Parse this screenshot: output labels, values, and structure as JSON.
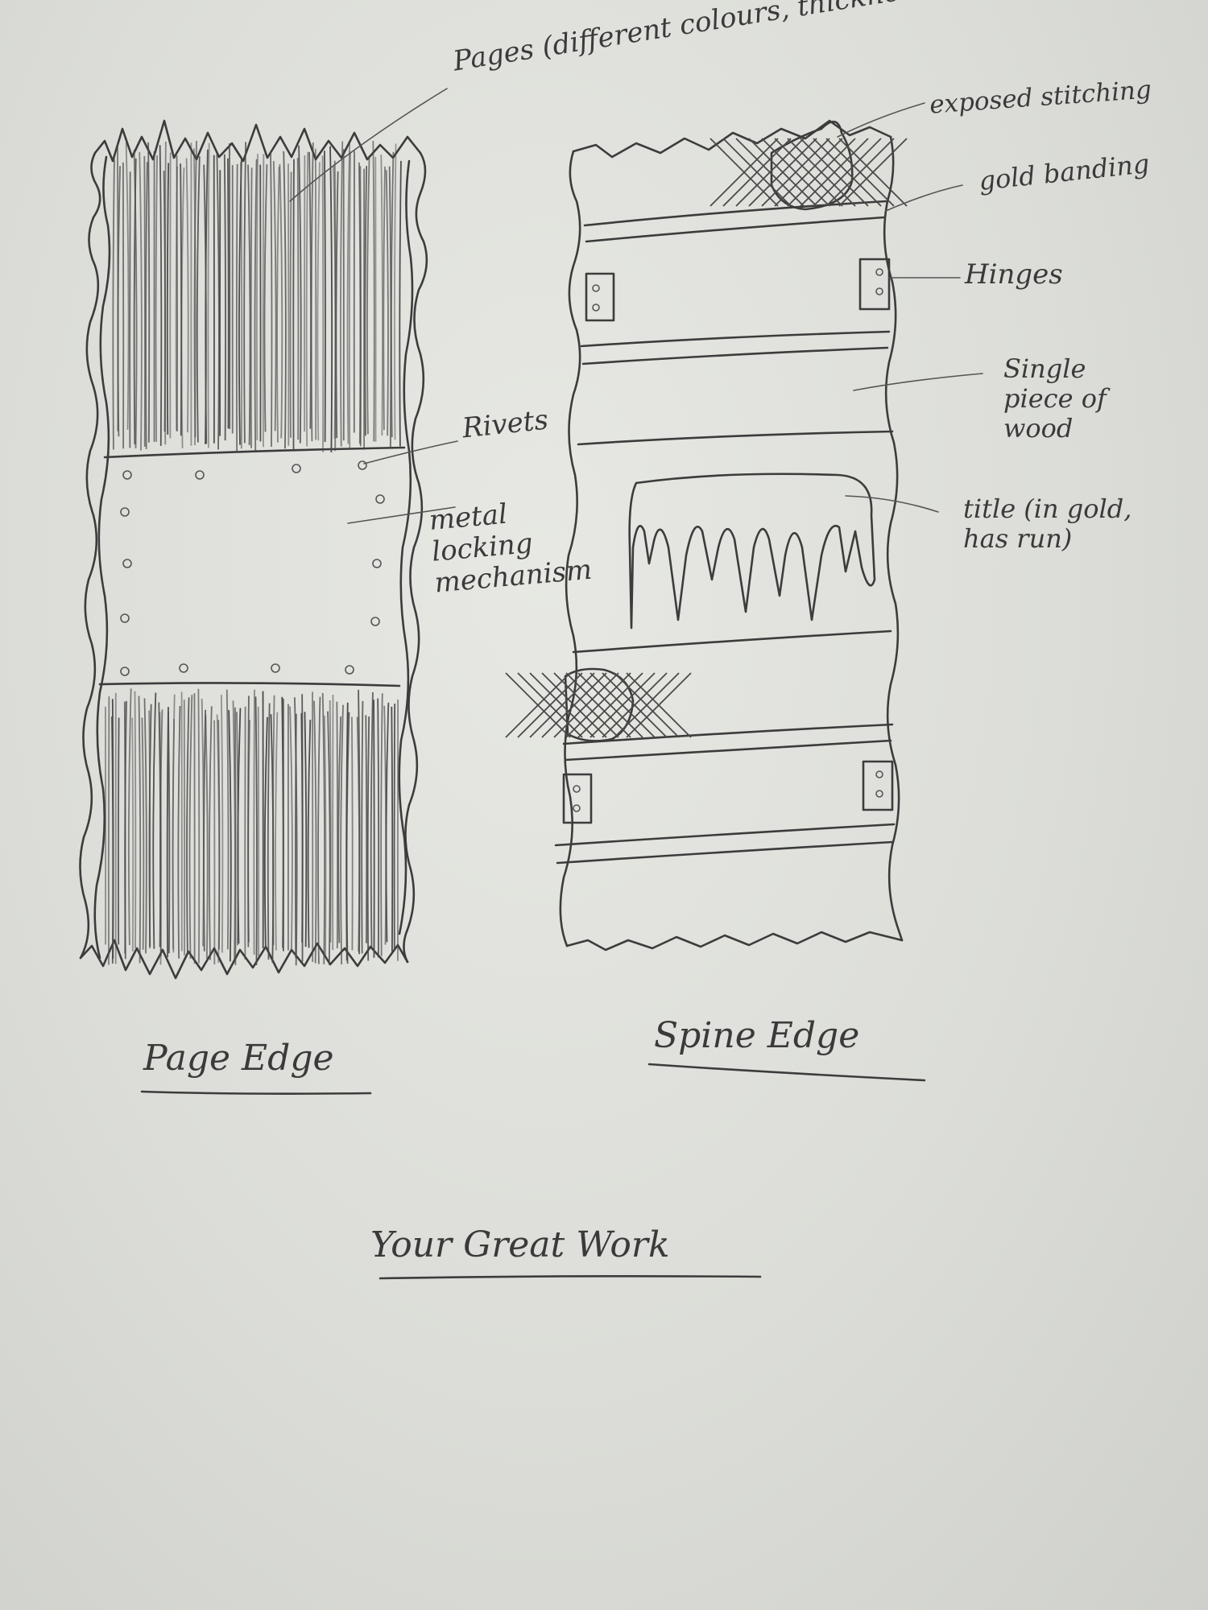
{
  "labels": {
    "pages": "Pages (different colours, thicknesses, lengths)",
    "rivets": "Rivets",
    "metal_locking": "metal locking mechanism",
    "exposed_stitching": "exposed stitching",
    "gold_banding": "gold banding",
    "hinges": "Hinges",
    "single_piece_wood": "Single piece of wood",
    "title_note": "title (in gold, has run)"
  },
  "captions": {
    "page_edge": "Page Edge",
    "spine_edge": "Spine Edge",
    "heading": "Your Great Work"
  },
  "colors": {
    "paper": "#e2e3de",
    "ink": "#3c3c3c"
  }
}
